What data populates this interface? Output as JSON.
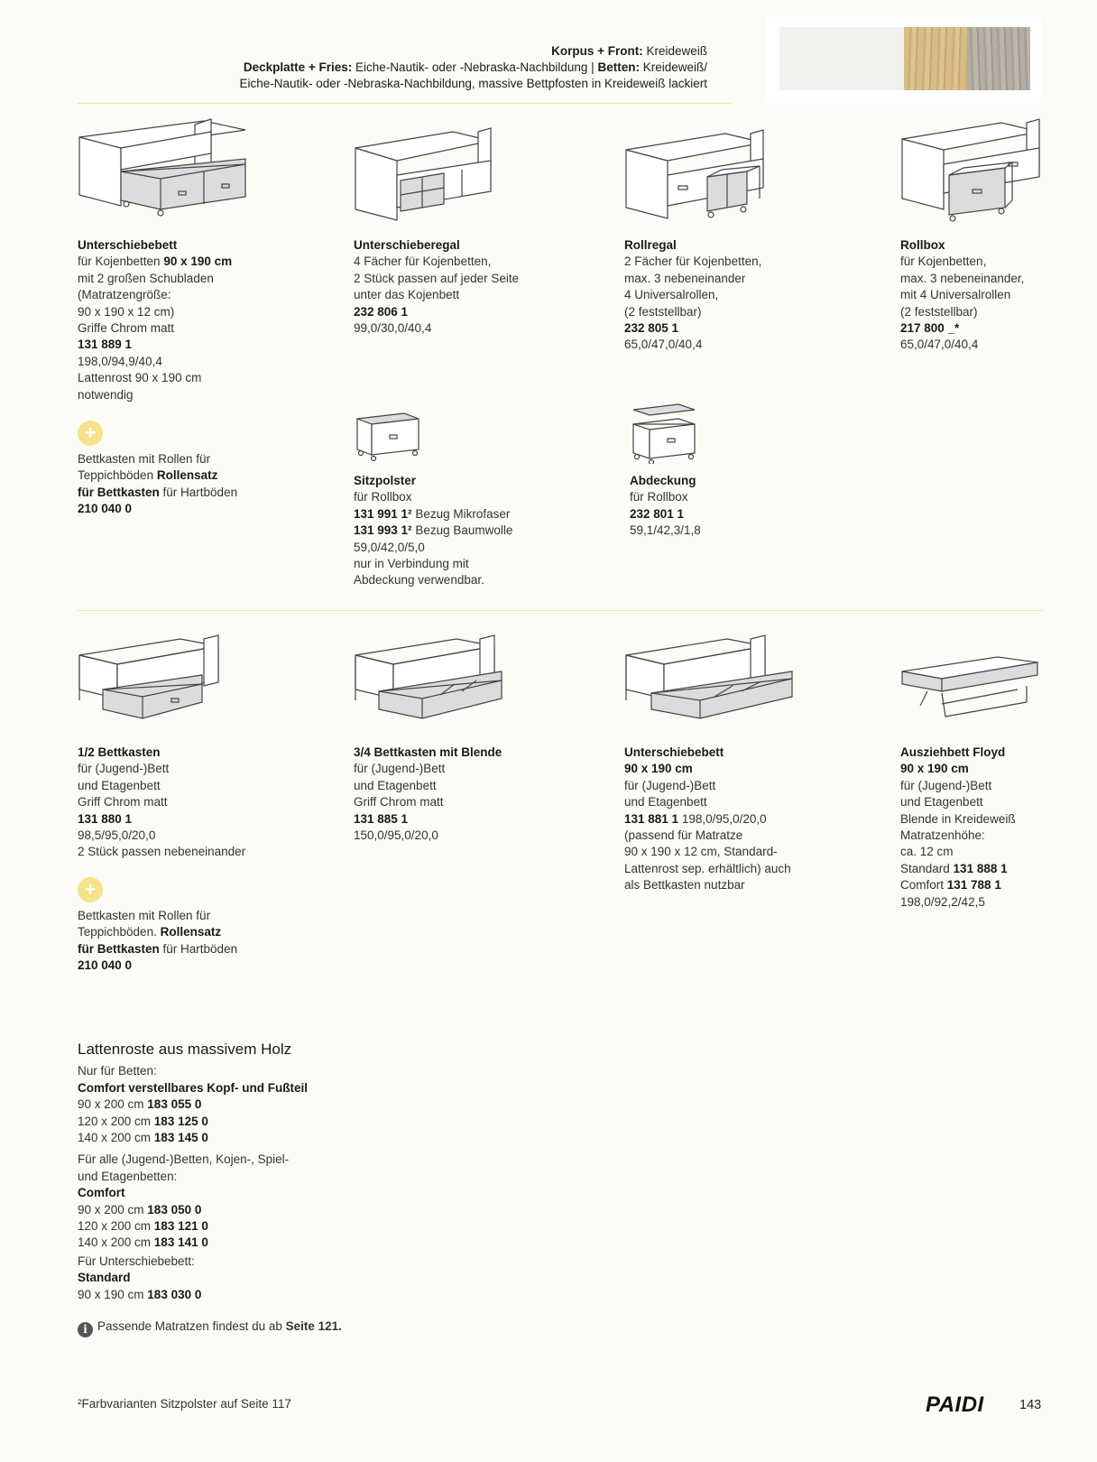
{
  "header": {
    "line1_label": "Korpus + Front:",
    "line1_value": "Kreideweiß",
    "line2_label": "Deckplatte + Fries:",
    "line2_value": "Eiche-Nautik- oder -Nebraska-Nachbildung |",
    "line2_label2": "Betten:",
    "line2_value2": "Kreideweiß/",
    "line3": "Eiche-Nautik- oder -Nebraska-Nachbildung, massive Bettpfosten in Kreideweiß lackiert"
  },
  "swatches": {
    "colors": [
      "#f1f1ee",
      "#d5b884",
      "#b0aa9e"
    ]
  },
  "items": {
    "unterschiebebett1": {
      "title": "Unterschiebebett",
      "l1a": "für Kojenbetten ",
      "l1b": "90 x 190 cm",
      "l2": "mit 2 großen Schubladen",
      "l3": "(Matratzengröße:",
      "l4": "90 x 190 x 12 cm)",
      "l5": "Griffe Chrom matt",
      "code": "131 889 1",
      "dims": "198,0/94,9/40,4",
      "l6": "Lattenrost 90 x 190 cm",
      "l7": "notwendig"
    },
    "addon1": {
      "l1": "Bettkasten mit Rollen für",
      "l2a": "Teppichböden ",
      "l2b": "Rollensatz",
      "l3a": "für Bettkasten",
      "l3b": " für Hartböden",
      "code": "210 040 0"
    },
    "unterschieberegal": {
      "title": "Unterschieberegal",
      "l1": "4 Fächer für Kojenbetten,",
      "l2": "2 Stück passen auf jeder Seite",
      "l3": "unter das Kojenbett",
      "code": "232 806 1",
      "dims": "99,0/30,0/40,4"
    },
    "rollregal": {
      "title": "Rollregal",
      "l1": "2 Fächer für Kojenbetten,",
      "l2": "max. 3 nebeneinander",
      "l3": "4 Universalrollen,",
      "l4": "(2 feststellbar)",
      "code": "232 805 1",
      "dims": "65,0/47,0/40,4"
    },
    "rollbox": {
      "title": "Rollbox",
      "l1": "für Kojenbetten,",
      "l2": "max. 3 nebeneinander,",
      "l3": "mit 4 Universalrollen",
      "l4": "(2 feststellbar)",
      "code": "217 800 _*",
      "dims": "65,0/47,0/40,4"
    },
    "sitzpolster": {
      "title": "Sitzpolster",
      "l1": "für Rollbox",
      "code1": "131 991 1²",
      "code1_desc": "  Bezug Mikrofaser",
      "code2": "131 993 1²",
      "code2_desc": "  Bezug Baumwolle",
      "dims": "59,0/42,0/5,0",
      "l2": "nur in Verbindung mit",
      "l3": "Abdeckung verwendbar."
    },
    "abdeckung": {
      "title": "Abdeckung",
      "l1": "für Rollbox",
      "code": "232 801 1",
      "dims": "59,1/42,3/1,8"
    },
    "bettkasten_half": {
      "title": "1/2 Bettkasten",
      "l1": "für (Jugend-)Bett",
      "l2": "und Etagenbett",
      "l3": "Griff Chrom matt",
      "code": "131 880 1",
      "dims": "98,5/95,0/20,0",
      "l4": "2 Stück passen nebeneinander"
    },
    "addon2": {
      "l1": "Bettkasten mit Rollen für",
      "l2a": "Teppichböden. ",
      "l2b": "Rollensatz",
      "l3a": "für Bettkasten",
      "l3b": " für Hartböden",
      "code": "210 040 0"
    },
    "bettkasten_34": {
      "title": "3/4 Bettkasten mit Blende",
      "l1": "für (Jugend-)Bett",
      "l2": "und Etagenbett",
      "l3": "Griff Chrom matt",
      "code": "131 885 1",
      "dims": "150,0/95,0/20,0"
    },
    "unterschiebebett2": {
      "title": "Unterschiebebett",
      "size": "90 x 190 cm",
      "l1": "für (Jugend-)Bett",
      "l2": "und Etagenbett",
      "code": "131 881 1",
      "dims": " 198,0/95,0/20,0",
      "l3": "(passend für Matratze",
      "l4": "90 x 190 x 12 cm, Standard-",
      "l5": "Lattenrost sep. erhältlich) auch",
      "l6": "als Bettkasten nutzbar"
    },
    "ausziehbett": {
      "title": "Ausziehbett Floyd",
      "size": "90 x 190 cm",
      "l1": "für (Jugend-)Bett",
      "l2": "und Etagenbett",
      "l3": "Blende in Kreideweiß",
      "l4": "Matratzenhöhe:",
      "l5": "ca. 12 cm",
      "l6a": "Standard  ",
      "l6b": "131 888 1",
      "l7a": "Comfort  ",
      "l7b": "131 788 1",
      "dims": "198,0/92,2/42,5"
    }
  },
  "lattenroste": {
    "title": "Lattenroste aus massivem Holz",
    "intro1": "Nur für Betten:",
    "group1": "Comfort verstellbares Kopf- und Fußteil",
    "g1": [
      {
        "size": "90 x 200 cm  ",
        "code": "183 055 0"
      },
      {
        "size": "120 x 200 cm  ",
        "code": "183 125 0"
      },
      {
        "size": "140 x 200 cm  ",
        "code": "183 145 0"
      }
    ],
    "intro2a": "Für alle (Jugend-)Betten, Kojen-, Spiel-",
    "intro2b": "und Etagenbetten:",
    "group2": "Comfort",
    "g2": [
      {
        "size": "90 x 200 cm  ",
        "code": "183 050 0"
      },
      {
        "size": "120 x 200 cm  ",
        "code": "183 121 0"
      },
      {
        "size": "140 x 200 cm  ",
        "code": "183 141 0"
      }
    ],
    "intro3": "Für Unterschiebebett:",
    "group3": "Standard",
    "g3": [
      {
        "size": "90 x 190 cm  ",
        "code": "183 030 0"
      }
    ]
  },
  "info": {
    "text": "Passende Matratzen findest du ab ",
    "link": "Seite 121."
  },
  "footer": {
    "footnote": "²Farbvarianten Sitzpolster auf Seite 117",
    "brand": "PAIDI",
    "page": "143"
  }
}
